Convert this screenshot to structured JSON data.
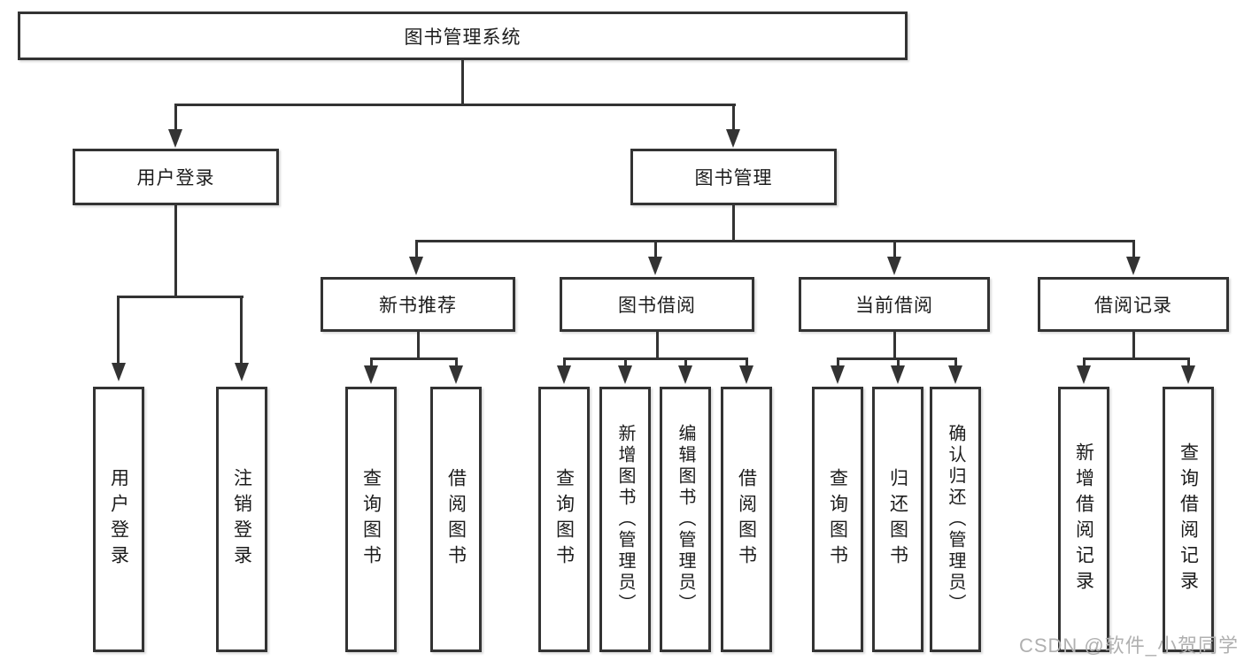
{
  "colors": {
    "line": "#333333",
    "text": "#1c1c1c",
    "watermark": "#b0b0b0",
    "background": "#ffffff"
  },
  "watermark": {
    "text": "CSDN @软件_小贺同学"
  },
  "nodes": {
    "root": {
      "label": "图书管理系统"
    },
    "user_login": {
      "label": "用户登录"
    },
    "book_management": {
      "label": "图书管理"
    },
    "new_book_recommend": {
      "label": "新书推荐"
    },
    "book_borrow": {
      "label": "图书借阅"
    },
    "current_borrow": {
      "label": "当前借阅"
    },
    "borrow_records": {
      "label": "借阅记录"
    },
    "leaf_login": {
      "label": "用户登录"
    },
    "leaf_logout": {
      "label": "注销登录"
    },
    "leaf_query_books_1": {
      "label": "查询图书"
    },
    "leaf_borrow_books_1": {
      "label": "借阅图书"
    },
    "leaf_query_books_2": {
      "label": "查询图书"
    },
    "leaf_add_books": {
      "label": "新增图书（管理员）"
    },
    "leaf_edit_books": {
      "label": "编辑图书（管理员）"
    },
    "leaf_borrow_books_2": {
      "label": "借阅图书"
    },
    "leaf_query_books_3": {
      "label": "查询图书"
    },
    "leaf_return_books": {
      "label": "归还图书"
    },
    "leaf_confirm_return": {
      "label": "确认归还（管理员）"
    },
    "leaf_add_borrow_record": {
      "label": "新增借阅记录"
    },
    "leaf_query_borrow_record": {
      "label": "查询借阅记录"
    }
  },
  "edges": [
    "图书管理系统→用户登录",
    "图书管理系统→图书管理",
    "用户登录→用户登录",
    "用户登录→注销登录",
    "图书管理→新书推荐",
    "图书管理→图书借阅",
    "图书管理→当前借阅",
    "图书管理→借阅记录",
    "新书推荐→查询图书",
    "新书推荐→借阅图书",
    "图书借阅→查询图书",
    "图书借阅→新增图书（管理员）",
    "图书借阅→编辑图书（管理员）",
    "图书借阅→借阅图书",
    "当前借阅→查询图书",
    "当前借阅→归还图书",
    "当前借阅→确认归还（管理员）",
    "借阅记录→新增借阅记录",
    "借阅记录→查询借阅记录"
  ]
}
